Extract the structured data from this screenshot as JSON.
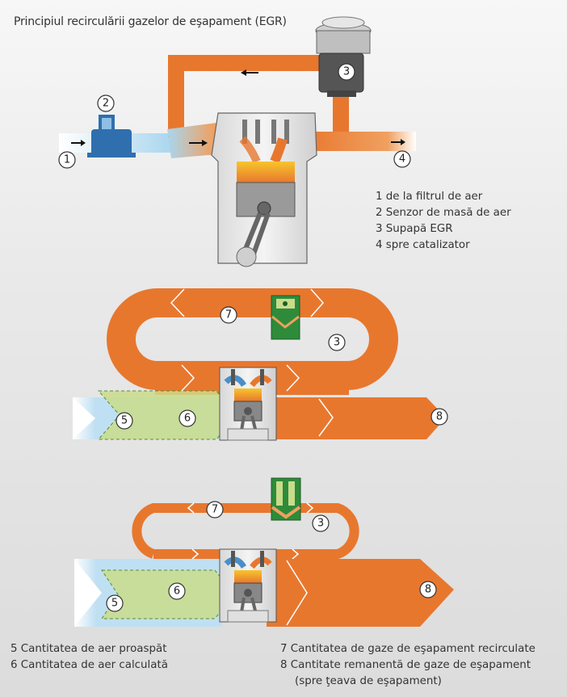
{
  "title": "Principiul recirculării gazelor de eşapament (EGR)",
  "labels": {
    "n1": "1",
    "n2": "2",
    "n3": "3",
    "n4": "4",
    "n5": "5",
    "n6": "6",
    "n7": "7",
    "n8": "8"
  },
  "legend_top": [
    "1 de la filtrul de aer",
    "2 Senzor de masă de aer",
    "3 Supapă EGR",
    "4 spre catalizator"
  ],
  "legend_bottom_left": [
    "5 Cantitatea de aer proaspăt",
    "6 Cantitatea de aer calculată"
  ],
  "legend_bottom_right": [
    "7 Cantitatea de gaze de eşapament recirculate",
    "8 Cantitate remanentă de gaze de eşapament",
    "(spre ţeava de eşapament)"
  ],
  "colors": {
    "exhaust": "#e8772e",
    "fresh_air": "#bfe0f2",
    "calculated_air": "#c9dc8a",
    "valve_green": "#2e8b3a"
  }
}
